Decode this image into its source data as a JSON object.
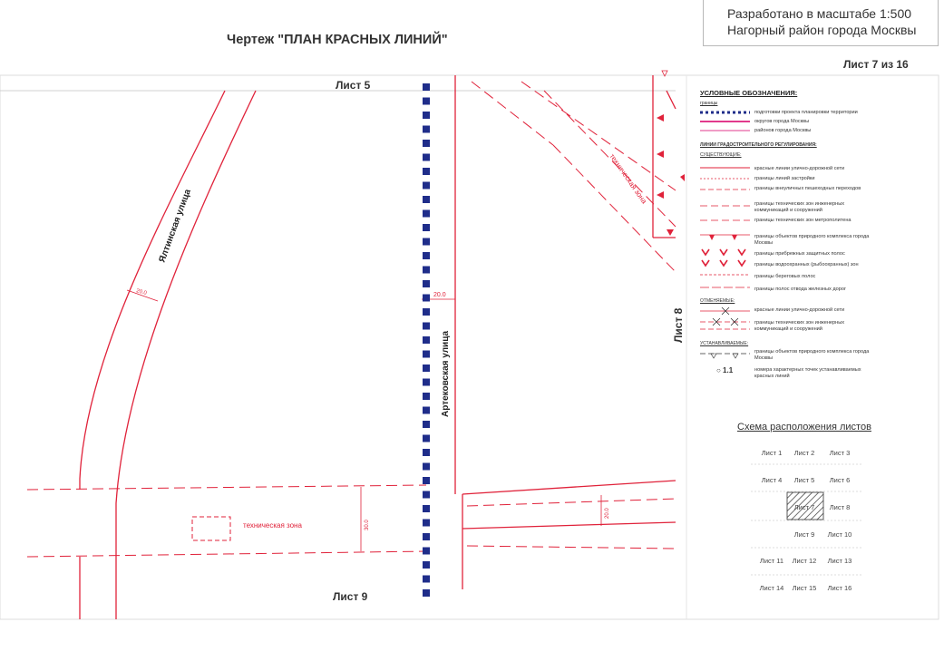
{
  "stamp": {
    "line1": "Разработано в масштабе 1:500",
    "line2": "Нагорный район города Москвы"
  },
  "title": "Чертеж \"ПЛАН КРАСНЫХ ЛИНИЙ\"",
  "sheet_number": "Лист 7 из 16",
  "map": {
    "neighbors": {
      "top": "Лист 5",
      "bottom": "Лист 9",
      "right": "Лист 8"
    },
    "streets": {
      "yalta": "Ялтинская улица",
      "artek": "Артековская улица"
    },
    "zone_label": "техническая зона",
    "zone_label_2": "техническая зона",
    "dims": {
      "d1": "20.0",
      "d2": "20.0",
      "d3": "30.0",
      "d4": "20.0"
    }
  },
  "legend": {
    "title": "УСЛОВНЫЕ ОБОЗНАЧЕНИЯ:",
    "boundaries_head": "границы",
    "boundaries": [
      "подготовки проекта планировки территории",
      "округов города Москвы",
      "районов города Москвы"
    ],
    "lines_head": "ЛИНИИ ГРАДОСТРОИТЕЛЬНОГО РЕГУЛИРОВАНИЯ:",
    "existing_head": "СУЩЕСТВУЮЩИЕ:",
    "existing": [
      "красные линии улично-дорожной сети",
      "границы линий застройки",
      "границы внеуличных пешеходных переходов",
      "границы технических зон инженерных коммуникаций и сооружений",
      "границы технических зон метрополитена",
      "границы объектов природного комплекса города Москвы",
      "границы прибрежных защитных полос",
      "границы водоохранных (рыбоохранных) зон",
      "границы береговых полос",
      "границы полос отвода железных дорог"
    ],
    "cancelled_head": "ОТМЕНЯЕМЫЕ:",
    "cancelled": [
      "красные линии улично-дорожной сети",
      "границы технических зон инженерных коммуникаций и сооружений"
    ],
    "established_head": "УСТАНАВЛИВАЕМЫЕ:",
    "established": [
      "границы объектов природного комплекса города Москвы",
      "номера характерных точек устанавливаемых красных линий"
    ],
    "point_sample": "○ 1.1"
  },
  "scheme": {
    "title": "Схема расположения листов",
    "sheets": [
      "Лист 1",
      "Лист 2",
      "Лист 3",
      "Лист 4",
      "Лист 5",
      "Лист 6",
      "Лист 7",
      "Лист 8",
      "Лист 9",
      "Лист 10",
      "Лист 11",
      "Лист 12",
      "Лист 13",
      "Лист 14",
      "Лист 15",
      "Лист 16"
    ],
    "current": "Лист 7"
  },
  "colors": {
    "red_line": "#e0223a",
    "boundary_blue": "#1f2d8a",
    "pink": "#e23a8c",
    "frame": "#d8d8d8"
  }
}
